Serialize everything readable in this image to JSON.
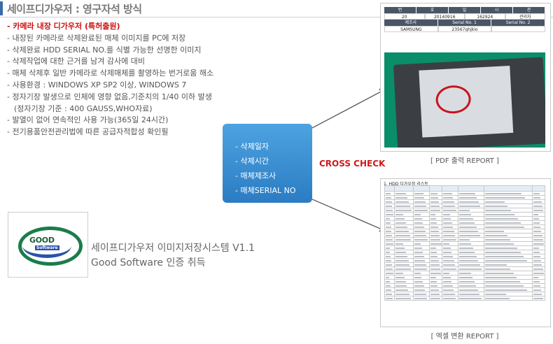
{
  "header": {
    "title": "세이프디가우저 : 영구자석 방식"
  },
  "features": [
    {
      "text": "- 카메라 내장 디가우저 (특허출원)",
      "highlight": true
    },
    {
      "text": "- 내장된 카메라로 삭제완료된 매체 이미지를  PC에 저장"
    },
    {
      "text": "- 삭제완료 HDD  SERIAL NO.를 식별 가능한 선명한 이미지"
    },
    {
      "text": "- 삭제작업에 대한 근거를 남겨 감사에 대비"
    },
    {
      "text": "- 매체 삭제후 일반 카메라로 삭제매체를 촬영하는 번거로움 해소"
    },
    {
      "text": "- 사용환경 : WINDOWS XP SP2 이상, WINDOWS 7"
    },
    {
      "text": "- 정자기장 발생으로 인체에 영향 없음,기준치의 1/40 이하 발생"
    },
    {
      "text": "(정자기장 기준 : 400 GAUSS,WHO자료)",
      "indent": true
    },
    {
      "text": "- 발열이 없어 연속적인 사용 가능(365일 24시간)"
    },
    {
      "text": "- 전기용품안전관리법에 따른 공급자적합성 확인필"
    }
  ],
  "info_box": {
    "items": [
      "- 삭제일자",
      "- 삭제시간",
      "- 매체제조사",
      "- 매체SERIAL NO"
    ]
  },
  "cross_check": "CROSS CHECK",
  "pdf_report": {
    "caption": "[ PDF 출력 REPORT ]",
    "header_row": [
      "번",
      "호",
      "일",
      "시",
      "관"
    ],
    "values_row": [
      "20",
      "20140916",
      "162924",
      "관리자"
    ],
    "label_row": [
      "제조사",
      "Serial No. 1",
      "Serial No. 2"
    ],
    "values_row2": [
      "SAMSUNG",
      "23567ghjkio",
      ""
    ]
  },
  "excel_report": {
    "caption": "[ 엑셀 변환 REPORT ]",
    "sheet_title": "1. HDD 디가우징 리스트"
  },
  "certification": {
    "logo_text": "GOOD",
    "logo_sub": "Software",
    "line1": "세이프디가우저 이미지저장시스템 V1.1",
    "line2": "Good Software 인증 취득"
  }
}
